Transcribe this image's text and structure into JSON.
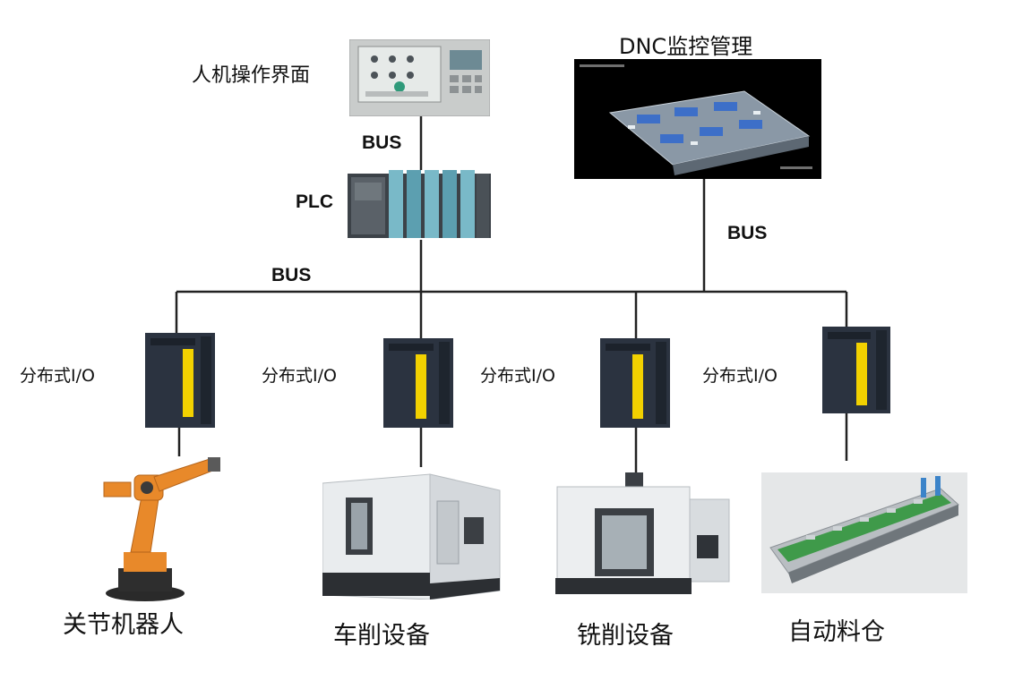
{
  "hmi": {
    "label": "人机操作界面"
  },
  "plc": {
    "label": "PLC"
  },
  "dnc": {
    "title": "DNC监控管理"
  },
  "bus_labels": {
    "hmi_plc": "BUS",
    "plc_bus": "BUS",
    "dnc_bus": "BUS"
  },
  "io_modules": [
    {
      "label": "分布式I/O",
      "device": "关节机器人"
    },
    {
      "label": "分布式I/O",
      "device": "车削设备"
    },
    {
      "label": "分布式I/O",
      "device": "铣削设备"
    },
    {
      "label": "分布式I/O",
      "device": "自动料仓"
    }
  ],
  "colors": {
    "line": "#222222",
    "robot": "#e8892a",
    "io_body": "#2b3340",
    "io_strip": "#f2d100",
    "plc_module": "#79b9c8",
    "tray": "#3f9a4a",
    "screen": "#000000"
  }
}
